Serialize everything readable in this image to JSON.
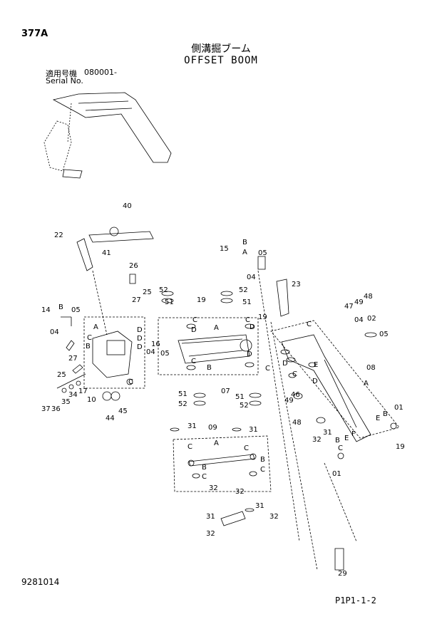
{
  "page_code": "377A",
  "title_jp": "側溝掘ブーム",
  "title_en": "OFFSET BOOM",
  "serial_label_jp": "適用号機",
  "serial_label_en": "Serial No.",
  "serial_value": "080001-",
  "doc_number": "9281014",
  "page_ref": "P1P1-1-2",
  "callouts": [
    "01",
    "02",
    "04",
    "05",
    "07",
    "08",
    "09",
    "10",
    "14",
    "15",
    "16",
    "17",
    "19",
    "22",
    "23",
    "25",
    "26",
    "27",
    "29",
    "31",
    "32",
    "34",
    "35",
    "36",
    "37",
    "40",
    "41",
    "44",
    "45",
    "46",
    "47",
    "48",
    "49",
    "51",
    "52"
  ],
  "letter_marks": [
    "A",
    "B",
    "C",
    "D",
    "E",
    "F"
  ]
}
